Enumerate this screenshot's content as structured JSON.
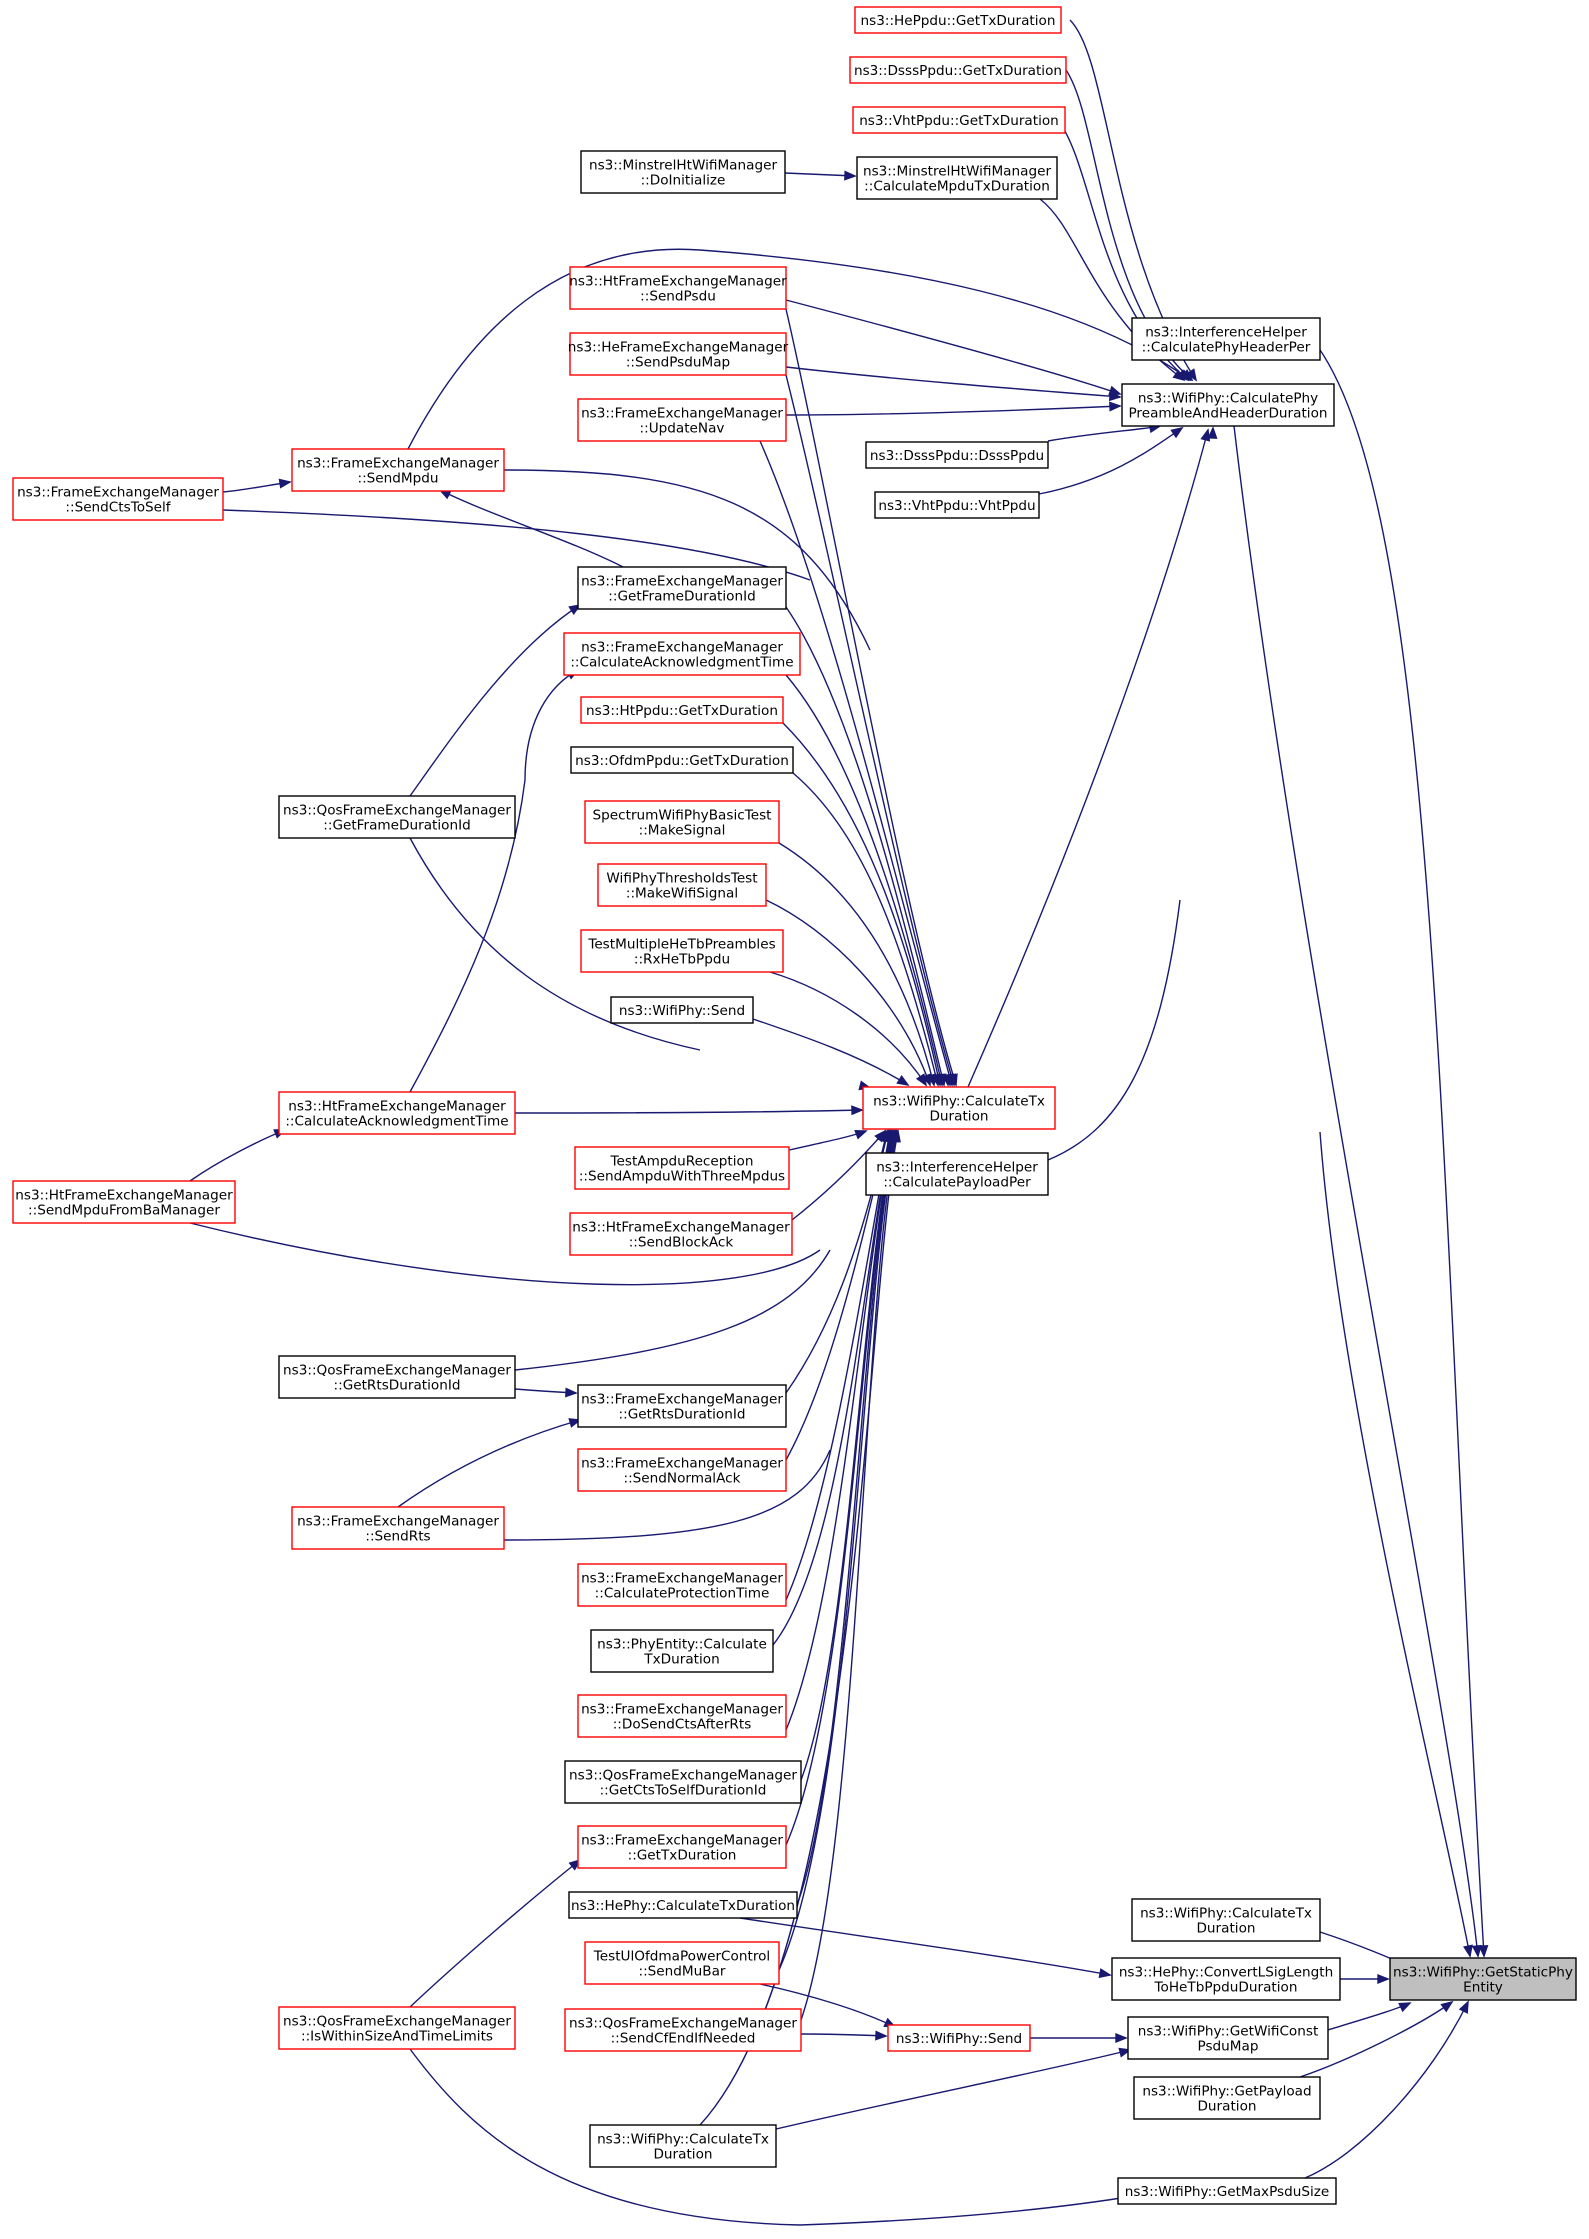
{
  "graph": {
    "title": "",
    "edge_color": "#191970",
    "border_colors": {
      "documented": "#000000",
      "undocumented": "#ff0000",
      "focus_fill": "#bfbfbf"
    },
    "nodes": [
      {
        "id": "target",
        "lines": [
          "ns3::WifiPhy::GetStaticPhy",
          "Entity"
        ],
        "border": "focus"
      },
      {
        "id": "calcTx_api",
        "lines": [
          "ns3::WifiPhy::CalculateTx",
          "Duration"
        ],
        "border": "black"
      },
      {
        "id": "convertLSig",
        "lines": [
          "ns3::HePhy::ConvertLSigLength",
          "ToHeTbPpduDuration"
        ],
        "border": "black"
      },
      {
        "id": "getWifiConst",
        "lines": [
          "ns3::WifiPhy::GetWifiConst",
          "PsduMap"
        ],
        "border": "black"
      },
      {
        "id": "getPayload",
        "lines": [
          "ns3::WifiPhy::GetPayload",
          "Duration"
        ],
        "border": "black"
      },
      {
        "id": "getMaxPsdu",
        "lines": [
          "ns3::WifiPhy::GetMaxPsduSize"
        ],
        "border": "black"
      },
      {
        "id": "calcPhyPreamble",
        "lines": [
          "ns3::WifiPhy::CalculatePhy",
          "PreambleAndHeaderDuration"
        ],
        "border": "black"
      },
      {
        "id": "interfHeaderPer",
        "lines": [
          "ns3::InterferenceHelper",
          "::CalculatePhyHeaderPer"
        ],
        "border": "black"
      },
      {
        "id": "calcTx_main",
        "lines": [
          "ns3::WifiPhy::CalculateTx",
          "Duration"
        ],
        "border": "red"
      },
      {
        "id": "interfPayloadPer",
        "lines": [
          "ns3::InterferenceHelper",
          "::CalculatePayloadPer"
        ],
        "border": "black"
      },
      {
        "id": "hePpdu",
        "lines": [
          "ns3::HePpdu::GetTxDuration"
        ],
        "border": "red"
      },
      {
        "id": "dsssPpduTx",
        "lines": [
          "ns3::DsssPpdu::GetTxDuration"
        ],
        "border": "red"
      },
      {
        "id": "vhtPpduTx",
        "lines": [
          "ns3::VhtPpdu::GetTxDuration"
        ],
        "border": "red"
      },
      {
        "id": "minstrelCalc",
        "lines": [
          "ns3::MinstrelHtWifiManager",
          "::CalculateMpduTxDuration"
        ],
        "border": "black"
      },
      {
        "id": "minstrelInit",
        "lines": [
          "ns3::MinstrelHtWifiManager",
          "::DoInitialize"
        ],
        "border": "black"
      },
      {
        "id": "htSendPsdu",
        "lines": [
          "ns3::HtFrameExchangeManager",
          "::SendPsdu"
        ],
        "border": "red"
      },
      {
        "id": "heSendPsduMap",
        "lines": [
          "ns3::HeFrameExchangeManager",
          "::SendPsduMap"
        ],
        "border": "red"
      },
      {
        "id": "updateNav",
        "lines": [
          "ns3::FrameExchangeManager",
          "::UpdateNav"
        ],
        "border": "red"
      },
      {
        "id": "dsssCtor",
        "lines": [
          "ns3::DsssPpdu::DsssPpdu"
        ],
        "border": "black"
      },
      {
        "id": "vhtCtor",
        "lines": [
          "ns3::VhtPpdu::VhtPpdu"
        ],
        "border": "black"
      },
      {
        "id": "sendMpdu",
        "lines": [
          "ns3::FrameExchangeManager",
          "::SendMpdu"
        ],
        "border": "red"
      },
      {
        "id": "sendCtsToSelf",
        "lines": [
          "ns3::FrameExchangeManager",
          "::SendCtsToSelf"
        ],
        "border": "red"
      },
      {
        "id": "getFrameDurId",
        "lines": [
          "ns3::FrameExchangeManager",
          "::GetFrameDurationId"
        ],
        "border": "black"
      },
      {
        "id": "calcAckTime",
        "lines": [
          "ns3::FrameExchangeManager",
          "::CalculateAcknowledgmentTime"
        ],
        "border": "red"
      },
      {
        "id": "htPpduTx",
        "lines": [
          "ns3::HtPpdu::GetTxDuration"
        ],
        "border": "red"
      },
      {
        "id": "ofdmPpduTx",
        "lines": [
          "ns3::OfdmPpdu::GetTxDuration"
        ],
        "border": "black"
      },
      {
        "id": "qosGetFrameDurId",
        "lines": [
          "ns3::QosFrameExchangeManager",
          "::GetFrameDurationId"
        ],
        "border": "black"
      },
      {
        "id": "spectrumMakeSignal",
        "lines": [
          "SpectrumWifiPhyBasicTest",
          "::MakeSignal"
        ],
        "border": "red"
      },
      {
        "id": "threshMakeSignal",
        "lines": [
          "WifiPhyThresholdsTest",
          "::MakeWifiSignal"
        ],
        "border": "red"
      },
      {
        "id": "rxHeTbPpdu",
        "lines": [
          "TestMultipleHeTbPreambles",
          "::RxHeTbPpdu"
        ],
        "border": "red"
      },
      {
        "id": "wifiPhySend1",
        "lines": [
          "ns3::WifiPhy::Send"
        ],
        "border": "black"
      },
      {
        "id": "htCalcAck",
        "lines": [
          "ns3::HtFrameExchangeManager",
          "::CalculateAcknowledgmentTime"
        ],
        "border": "red"
      },
      {
        "id": "htSendMpduFromBa",
        "lines": [
          "ns3::HtFrameExchangeManager",
          "::SendMpduFromBaManager"
        ],
        "border": "red"
      },
      {
        "id": "ampduThree",
        "lines": [
          "TestAmpduReception",
          "::SendAmpduWithThreeMpdus"
        ],
        "border": "red"
      },
      {
        "id": "htSendBlockAck",
        "lines": [
          "ns3::HtFrameExchangeManager",
          "::SendBlockAck"
        ],
        "border": "red"
      },
      {
        "id": "qosGetRts",
        "lines": [
          "ns3::QosFrameExchangeManager",
          "::GetRtsDurationId"
        ],
        "border": "black"
      },
      {
        "id": "femGetRts",
        "lines": [
          "ns3::FrameExchangeManager",
          "::GetRtsDurationId"
        ],
        "border": "black"
      },
      {
        "id": "sendNormalAck",
        "lines": [
          "ns3::FrameExchangeManager",
          "::SendNormalAck"
        ],
        "border": "red"
      },
      {
        "id": "sendRts",
        "lines": [
          "ns3::FrameExchangeManager",
          "::SendRts"
        ],
        "border": "red"
      },
      {
        "id": "calcProtTime",
        "lines": [
          "ns3::FrameExchangeManager",
          "::CalculateProtectionTime"
        ],
        "border": "red"
      },
      {
        "id": "phyEntityCalc",
        "lines": [
          "ns3::PhyEntity::Calculate",
          "TxDuration"
        ],
        "border": "black"
      },
      {
        "id": "doSendCts",
        "lines": [
          "ns3::FrameExchangeManager",
          "::DoSendCtsAfterRts"
        ],
        "border": "red"
      },
      {
        "id": "qosCtsToSelf",
        "lines": [
          "ns3::QosFrameExchangeManager",
          "::GetCtsToSelfDurationId"
        ],
        "border": "black"
      },
      {
        "id": "femGetTxDur",
        "lines": [
          "ns3::FrameExchangeManager",
          "::GetTxDuration"
        ],
        "border": "red"
      },
      {
        "id": "hePhyCalcTx",
        "lines": [
          "ns3::HePhy::CalculateTxDuration"
        ],
        "border": "black"
      },
      {
        "id": "ulOfdmaMuBar",
        "lines": [
          "TestUlOfdmaPowerControl",
          "::SendMuBar"
        ],
        "border": "red"
      },
      {
        "id": "qosIsWithin",
        "lines": [
          "ns3::QosFrameExchangeManager",
          "::IsWithinSizeAndTimeLimits"
        ],
        "border": "red"
      },
      {
        "id": "qosSendCfEnd",
        "lines": [
          "ns3::QosFrameExchangeManager",
          "::SendCfEndIfNeeded"
        ],
        "border": "red"
      },
      {
        "id": "wifiPhySend2",
        "lines": [
          "ns3::WifiPhy::Send"
        ],
        "border": "red"
      },
      {
        "id": "calcTx_bottom",
        "lines": [
          "ns3::WifiPhy::CalculateTx",
          "Duration"
        ],
        "border": "black"
      }
    ],
    "edges": [
      [
        "calcTx_api",
        "target"
      ],
      [
        "convertLSig",
        "target"
      ],
      [
        "getWifiConst",
        "target"
      ],
      [
        "getPayload",
        "target"
      ],
      [
        "getMaxPsdu",
        "target"
      ],
      [
        "calcPhyPreamble",
        "target"
      ],
      [
        "interfHeaderPer",
        "target"
      ],
      [
        "calcTx_main",
        "target"
      ],
      [
        "interfPayloadPer",
        "calcPhyPreamble"
      ],
      [
        "hePpdu",
        "calcPhyPreamble"
      ],
      [
        "dsssPpduTx",
        "calcPhyPreamble"
      ],
      [
        "vhtPpduTx",
        "calcPhyPreamble"
      ],
      [
        "minstrelCalc",
        "calcPhyPreamble"
      ],
      [
        "minstrelInit",
        "minstrelCalc"
      ],
      [
        "htSendPsdu",
        "calcPhyPreamble"
      ],
      [
        "heSendPsduMap",
        "calcPhyPreamble"
      ],
      [
        "updateNav",
        "calcPhyPreamble"
      ],
      [
        "dsssCtor",
        "calcPhyPreamble"
      ],
      [
        "vhtCtor",
        "calcPhyPreamble"
      ],
      [
        "sendMpdu",
        "calcPhyPreamble"
      ],
      [
        "sendCtsToSelf",
        "sendMpdu"
      ],
      [
        "calcTx_main",
        "calcPhyPreamble"
      ],
      [
        "getFrameDurId",
        "sendMpdu"
      ],
      [
        "qosGetFrameDurId",
        "getFrameDurId"
      ],
      [
        "htCalcAck",
        "calcAckTime"
      ],
      [
        "htSendMpduFromBa",
        "htCalcAck"
      ],
      [
        "qosGetRts",
        "femGetRts"
      ],
      [
        "sendRts",
        "femGetRts"
      ],
      [
        "qosIsWithin",
        "femGetTxDur"
      ],
      [
        "hePhyCalcTx",
        "convertLSig"
      ],
      [
        "ulOfdmaMuBar",
        "wifiPhySend2"
      ],
      [
        "qosSendCfEnd",
        "wifiPhySend2"
      ],
      [
        "wifiPhySend2",
        "getWifiConst"
      ],
      [
        "calcTx_bottom",
        "getWifiConst"
      ],
      [
        "qosIsWithin",
        "getMaxPsdu"
      ],
      [
        "htSendPsdu",
        "calcTx_main"
      ],
      [
        "heSendPsduMap",
        "calcTx_main"
      ],
      [
        "updateNav",
        "calcTx_main"
      ],
      [
        "sendMpdu",
        "calcTx_main"
      ],
      [
        "sendCtsToSelf",
        "calcTx_main"
      ],
      [
        "getFrameDurId",
        "calcTx_main"
      ],
      [
        "calcAckTime",
        "calcTx_main"
      ],
      [
        "htPpduTx",
        "calcTx_main"
      ],
      [
        "ofdmPpduTx",
        "calcTx_main"
      ],
      [
        "spectrumMakeSignal",
        "calcTx_main"
      ],
      [
        "threshMakeSignal",
        "calcTx_main"
      ],
      [
        "rxHeTbPpdu",
        "calcTx_main"
      ],
      [
        "wifiPhySend1",
        "calcTx_main"
      ],
      [
        "qosGetFrameDurId",
        "calcTx_main"
      ],
      [
        "htCalcAck",
        "calcTx_main"
      ],
      [
        "ampduThree",
        "calcTx_main"
      ],
      [
        "htSendMpduFromBa",
        "calcTx_main"
      ],
      [
        "htSendBlockAck",
        "calcTx_main"
      ],
      [
        "qosGetRts",
        "calcTx_main"
      ],
      [
        "femGetRts",
        "calcTx_main"
      ],
      [
        "sendNormalAck",
        "calcTx_main"
      ],
      [
        "sendRts",
        "calcTx_main"
      ],
      [
        "calcProtTime",
        "calcTx_main"
      ],
      [
        "phyEntityCalc",
        "calcTx_main"
      ],
      [
        "doSendCts",
        "calcTx_main"
      ],
      [
        "qosCtsToSelf",
        "calcTx_main"
      ],
      [
        "femGetTxDur",
        "calcTx_main"
      ],
      [
        "hePhyCalcTx",
        "calcTx_main"
      ],
      [
        "ulOfdmaMuBar",
        "calcTx_main"
      ],
      [
        "qosSendCfEnd",
        "calcTx_main"
      ],
      [
        "calcTx_bottom",
        "calcTx_main"
      ]
    ]
  }
}
